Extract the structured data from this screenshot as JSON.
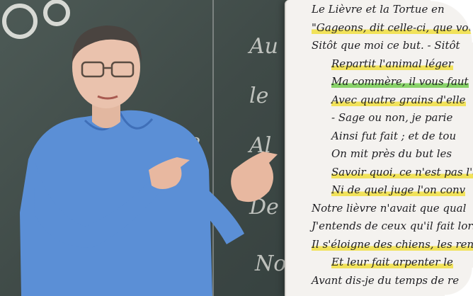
{
  "blackboard": {
    "chalk_letters": [
      "Au",
      "le",
      "Al",
      "?",
      "De",
      "No",
      "ee"
    ]
  },
  "poem": {
    "lines": [
      {
        "text": "Le Lièvre et la Tortue en",
        "highlight": ""
      },
      {
        "text": "\"Gageons, dit celle-ci, que vous",
        "highlight": "yellow"
      },
      {
        "text": "Sitôt que moi ce but. - Sitôt",
        "highlight": ""
      },
      {
        "text": "Repartit l'animal léger",
        "highlight": "yellow"
      },
      {
        "text": "Ma commère, il vous faut",
        "highlight": "green"
      },
      {
        "text": "Avec quatre grains d'elle",
        "highlight": "yellow"
      },
      {
        "text": "- Sage ou non, je parie",
        "highlight": ""
      },
      {
        "text": "Ainsi fut fait ; et de tou",
        "highlight": ""
      },
      {
        "text": "On mit près du but les",
        "highlight": ""
      },
      {
        "text": "Savoir quoi, ce n'est pas l'a",
        "highlight": "yellow"
      },
      {
        "text": "Ni de quel juge l'on conv",
        "highlight": "yellow"
      },
      {
        "text": "Notre lièvre n'avait que qual",
        "highlight": ""
      },
      {
        "text": "J'entends de ceux qu'il fait lorsqu",
        "highlight": ""
      },
      {
        "text": "Il s'éloigne des chiens, les ren",
        "highlight": "yellow"
      },
      {
        "text": "Et leur fait arpenter le",
        "highlight": "yellow"
      },
      {
        "text": "Avant dis-je du temps de re",
        "highlight": ""
      }
    ]
  },
  "colors": {
    "blackboard": "#434e4b",
    "paper": "#f4f2ef",
    "shirt": "#5b8fd6",
    "highlight_yellow": "#f0dc28",
    "highlight_green": "#64c83c"
  }
}
